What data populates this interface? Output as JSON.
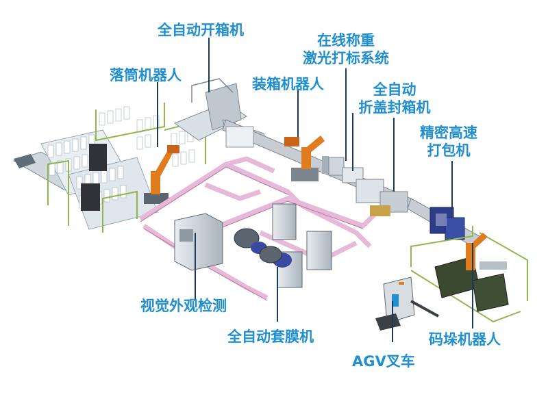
{
  "labels": {
    "box_open": "全自动开箱机",
    "weigh_mark": [
      "在线称重",
      "激光打标系统"
    ],
    "drop_robot": "落筒机器人",
    "pack_robot": "装箱机器人",
    "fold_seal": [
      "全自动",
      "折盖封箱机"
    ],
    "strapper": [
      "精密高速",
      "打包机"
    ],
    "vision": "视觉外观检测",
    "film_wrap": "全自动套膜机",
    "agv": "AGV叉车",
    "palletize": "码垛机器人"
  },
  "colors": {
    "label": "#1f8fcf",
    "leader": "#1a3b5c",
    "conveyor_pink": "#e7b9d8",
    "guard_green": "#8fb84a",
    "robot_orange": "#e07b1e",
    "cabinet": "#cfd6dd"
  }
}
